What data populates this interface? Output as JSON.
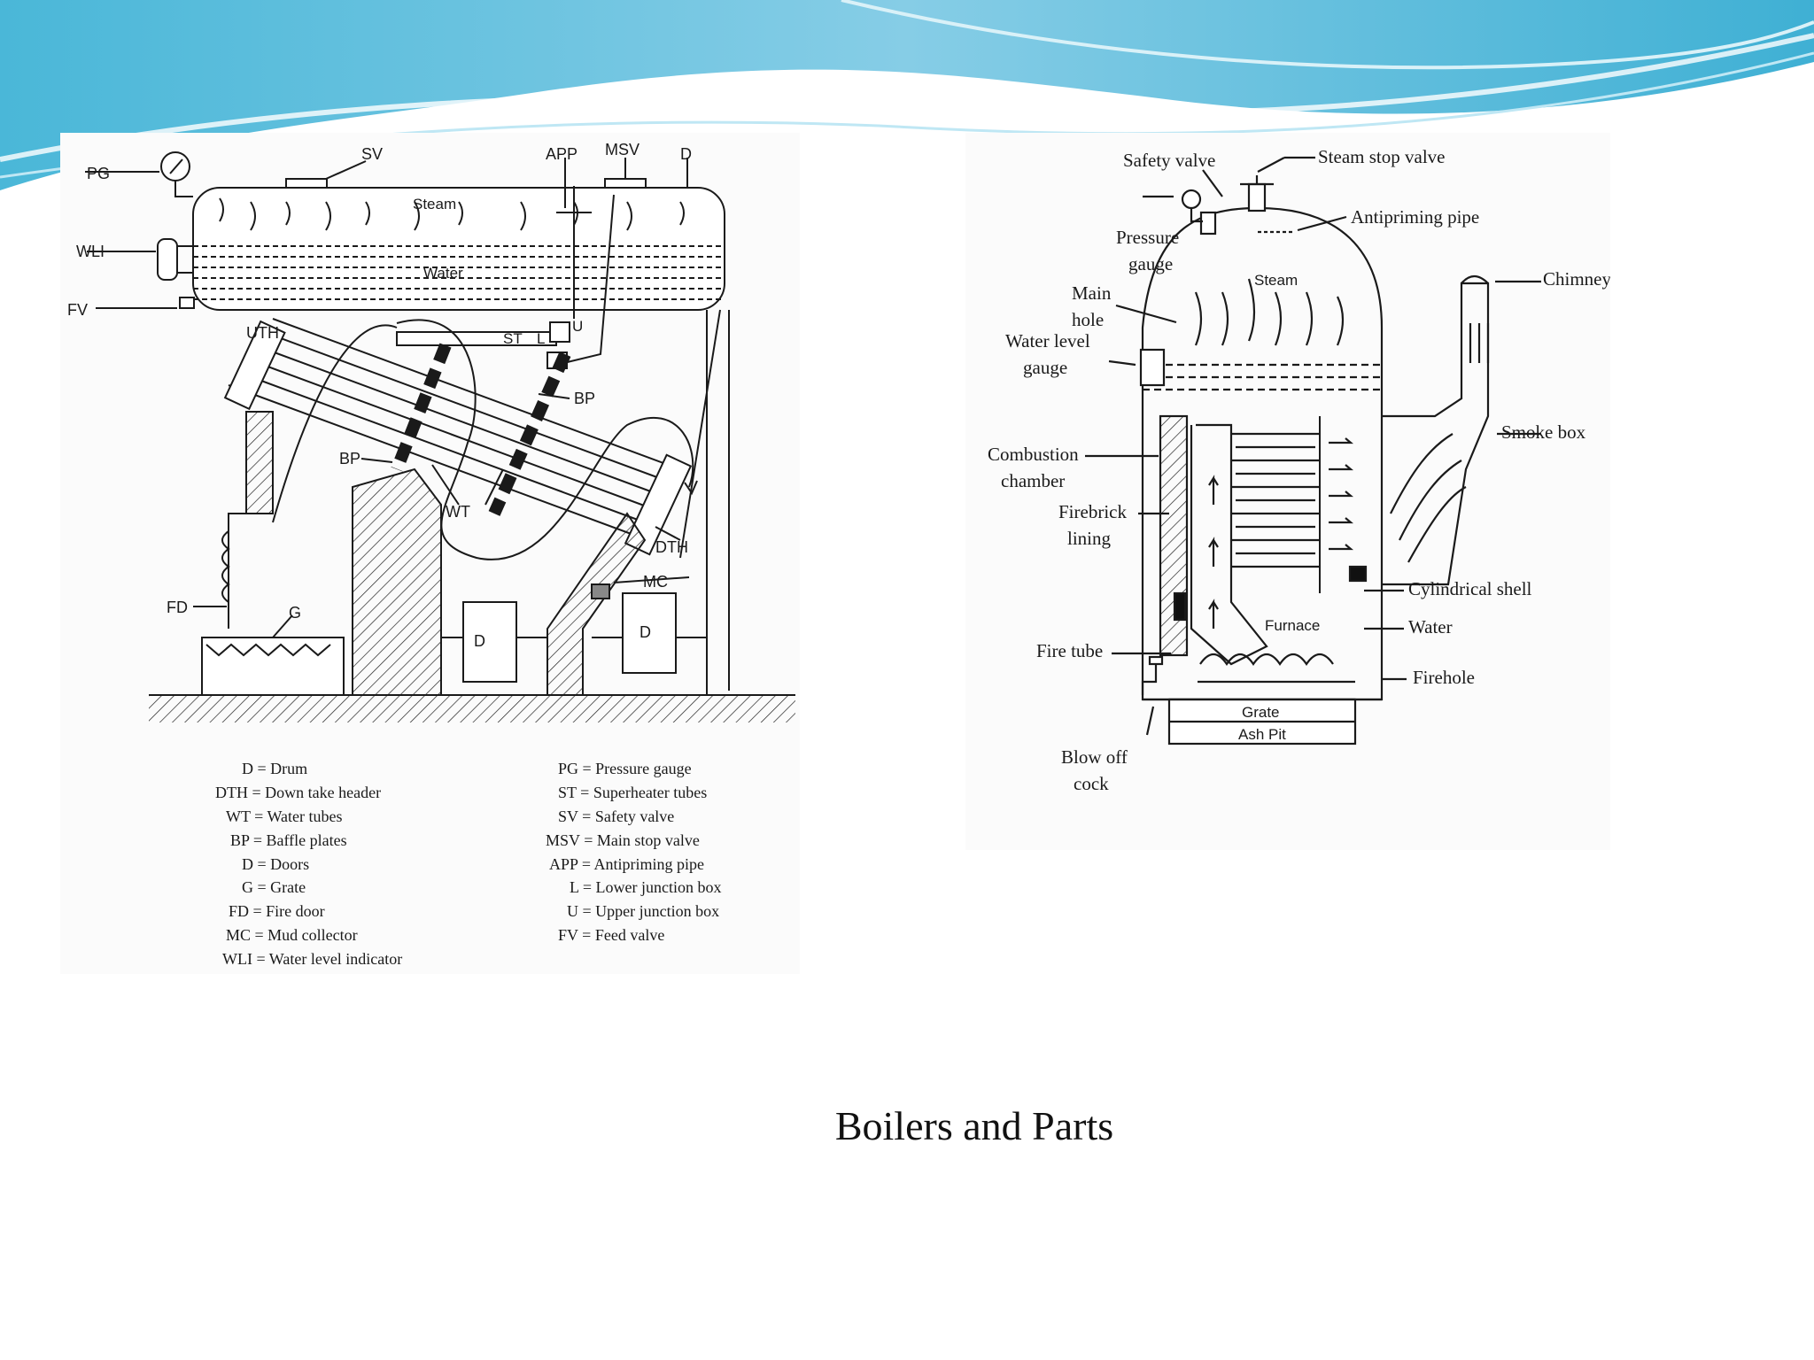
{
  "caption": "Boilers and Parts",
  "colors": {
    "wave_dark": "#5bb8d6",
    "wave_light": "#a9def0",
    "line": "#1a1a1a"
  },
  "left": {
    "labels": {
      "pg": "PG",
      "sv": "SV",
      "app": "APP",
      "msv": "MSV",
      "d_top": "D",
      "steam": "Steam",
      "water": "Water",
      "wli": "WLI",
      "fv": "FV",
      "uth": "UTH",
      "st": "ST",
      "l": "L",
      "u": "U",
      "bp1": "BP",
      "bp2": "BP",
      "wt": "WT",
      "dth": "DTH",
      "mc": "MC",
      "fd": "FD",
      "g": "G",
      "door1": "D",
      "door2": "D"
    },
    "legend_left": [
      "D = Drum",
      "DTH = Down take header",
      "WT = Water tubes",
      "BP = Baffle plates",
      "D = Doors",
      "G = Grate",
      "FD = Fire door",
      "MC = Mud collector",
      "WLI = Water level indicator"
    ],
    "legend_right": [
      "PG = Pressure gauge",
      "ST = Superheater tubes",
      "SV = Safety valve",
      "MSV = Main stop valve",
      "APP = Antipriming pipe",
      "L = Lower junction box",
      "U = Upper junction box",
      "FV = Feed valve"
    ]
  },
  "right": {
    "labels": {
      "safety_valve": "Safety valve",
      "steam_stop_valve": "Steam stop valve",
      "pressure": "Pressure",
      "gauge": "gauge",
      "antipriming_pipe": "Antipriming pipe",
      "main": "Main",
      "hole": "hole",
      "chimney": "Chimney",
      "steam": "Steam",
      "water_level": "Water level",
      "gauge2": "gauge",
      "combustion": "Combustion",
      "chamber": "chamber",
      "smoke_box": "Smoke box",
      "firebrick": "Firebrick",
      "lining": "lining",
      "cylindrical_shell": "Cylindrical shell",
      "furnace": "Furnace",
      "water": "Water",
      "fire_tube": "Fire tube",
      "firehole": "Firehole",
      "grate": "Grate",
      "ash_pit": "Ash Pit",
      "blow_off": "Blow off",
      "cock": "cock"
    }
  }
}
